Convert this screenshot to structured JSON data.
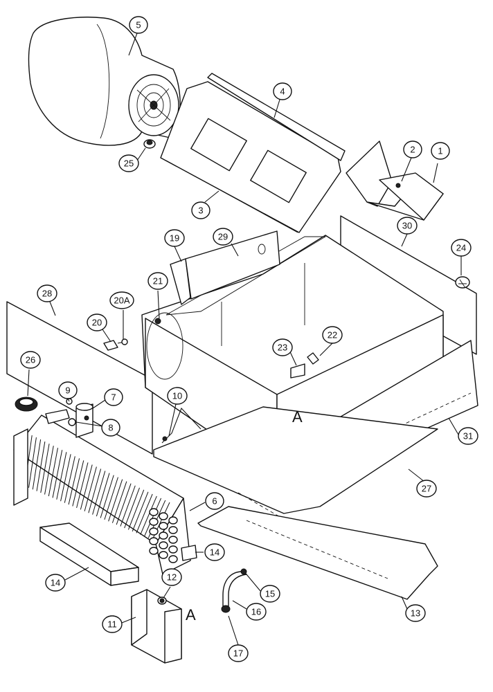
{
  "diagram": {
    "callouts": [
      {
        "id": "c1",
        "label": "1"
      },
      {
        "id": "c2",
        "label": "2"
      },
      {
        "id": "c3",
        "label": "3"
      },
      {
        "id": "c4",
        "label": "4"
      },
      {
        "id": "c5",
        "label": "5"
      },
      {
        "id": "c6",
        "label": "6"
      },
      {
        "id": "c7",
        "label": "7"
      },
      {
        "id": "c8",
        "label": "8"
      },
      {
        "id": "c9",
        "label": "9"
      },
      {
        "id": "c10",
        "label": "10"
      },
      {
        "id": "c11",
        "label": "11"
      },
      {
        "id": "c12",
        "label": "12"
      },
      {
        "id": "c13",
        "label": "13"
      },
      {
        "id": "c14a",
        "label": "14"
      },
      {
        "id": "c14b",
        "label": "14"
      },
      {
        "id": "c15",
        "label": "15"
      },
      {
        "id": "c16",
        "label": "16"
      },
      {
        "id": "c17",
        "label": "17"
      },
      {
        "id": "c19",
        "label": "19"
      },
      {
        "id": "c20",
        "label": "20"
      },
      {
        "id": "c20a",
        "label": "20A"
      },
      {
        "id": "c21",
        "label": "21"
      },
      {
        "id": "c22",
        "label": "22"
      },
      {
        "id": "c23",
        "label": "23"
      },
      {
        "id": "c24",
        "label": "24"
      },
      {
        "id": "c25",
        "label": "25"
      },
      {
        "id": "c26",
        "label": "26"
      },
      {
        "id": "c27",
        "label": "27"
      },
      {
        "id": "c28",
        "label": "28"
      },
      {
        "id": "c29",
        "label": "29"
      },
      {
        "id": "c30",
        "label": "30"
      },
      {
        "id": "c31",
        "label": "31"
      }
    ],
    "reference_marks": [
      {
        "id": "refA1",
        "label": "A"
      },
      {
        "id": "refA2",
        "label": "A"
      }
    ]
  }
}
